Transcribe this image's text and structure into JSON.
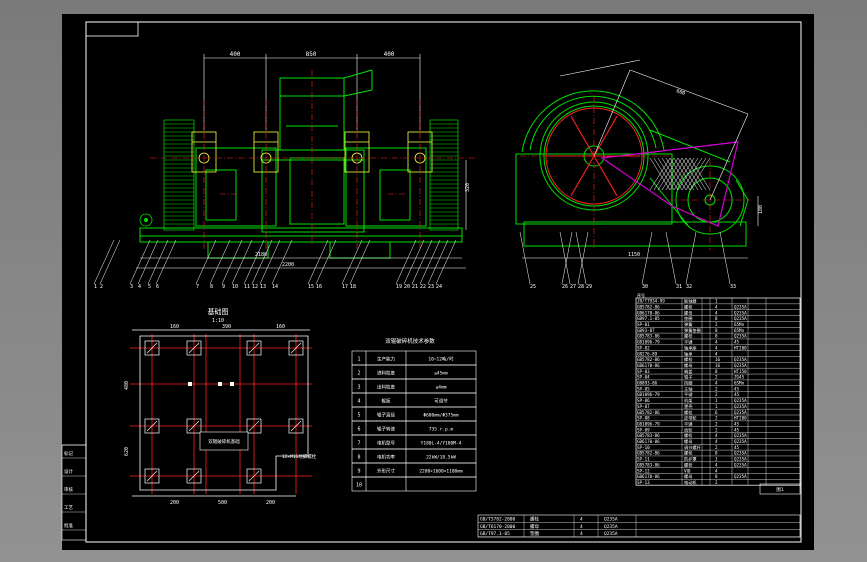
{
  "dims": {
    "top_left": "400",
    "top_mid": "850",
    "top_right": "400",
    "bottom_a": "2180",
    "bottom_b": "2200",
    "right_height": "320",
    "right_small": "180",
    "right_width": "1150",
    "belt": "600"
  },
  "callouts_front": [
    "1",
    "2",
    "3",
    "4",
    "5",
    "6",
    "7",
    "8",
    "9",
    "10",
    "11",
    "12",
    "13",
    "14",
    "15",
    "16",
    "17",
    "18",
    "19",
    "20",
    "21",
    "22",
    "23",
    "24"
  ],
  "callouts_side": [
    "25",
    "26",
    "27",
    "28",
    "29",
    "30",
    "31",
    "32",
    "33"
  ],
  "foundation": {
    "title": "基础图",
    "scale": "1:10",
    "dims_top": [
      "160",
      "390",
      "160"
    ],
    "dims_bottom": [
      "200",
      "500",
      "200"
    ],
    "dim_left_a": "480",
    "dim_left_b": "620",
    "note": "12×M16地脚螺栓",
    "center_label": "双辊破碎机基础"
  },
  "spec_table": {
    "title": "双辊破碎机技术参数",
    "rows": [
      {
        "no": "1",
        "name": "生产能力",
        "value": "10~12吨/时"
      },
      {
        "no": "2",
        "name": "进料粒度",
        "value": "≤45mm"
      },
      {
        "no": "3",
        "name": "出料粒度",
        "value": "≤4mm"
      },
      {
        "no": "4",
        "name": "辊距",
        "value": "可调节"
      },
      {
        "no": "5",
        "name": "辊子直径",
        "value": "Φ600mm/Φ375mm"
      },
      {
        "no": "6",
        "name": "辊子转速",
        "value": "735 r.p.m"
      },
      {
        "no": "7",
        "name": "电机型号",
        "value": "Y180L-4/Y180M-4"
      },
      {
        "no": "8",
        "name": "电机功率",
        "value": "22kW/18.5kW"
      },
      {
        "no": "9",
        "name": "外形尺寸",
        "value": "2200×1600×1180mm"
      },
      {
        "no": "10",
        "name": "",
        "value": ""
      }
    ]
  },
  "parts_list": [
    {
      "code": "JB/T7934-99",
      "name": "联轴器",
      "qty": "1",
      "mat": ""
    },
    {
      "code": "GB5782-86",
      "name": "螺栓",
      "qty": "4",
      "mat": "Q235A"
    },
    {
      "code": "GB6170-86",
      "name": "螺母",
      "qty": "4",
      "mat": "Q235A"
    },
    {
      "code": "GB97.1-85",
      "name": "垫圈",
      "qty": "8",
      "mat": "Q235A"
    },
    {
      "code": "SP-01",
      "name": "弹簧",
      "qty": "2",
      "mat": "65Mn"
    },
    {
      "code": "GB93-87",
      "name": "弹簧垫圈",
      "qty": "8",
      "mat": "65Mn"
    },
    {
      "code": "GB5783-86",
      "name": "螺栓",
      "qty": "8",
      "mat": "Q235A"
    },
    {
      "code": "GB1096-79",
      "name": "平键",
      "qty": "4",
      "mat": "45"
    },
    {
      "code": "SP-02",
      "name": "轴承座",
      "qty": "4",
      "mat": "HT200"
    },
    {
      "code": "GB276-89",
      "name": "轴承",
      "qty": "4",
      "mat": ""
    },
    {
      "code": "GB5782-86",
      "name": "螺栓",
      "qty": "16",
      "mat": "Q235A"
    },
    {
      "code": "GB6170-86",
      "name": "螺母",
      "qty": "16",
      "mat": "Q235A"
    },
    {
      "code": "SP-03",
      "name": "端盖",
      "qty": "8",
      "mat": "HT150"
    },
    {
      "code": "SP-04",
      "name": "辊子",
      "qty": "2",
      "mat": "ZG45"
    },
    {
      "code": "GB893-86",
      "name": "挡圈",
      "qty": "4",
      "mat": "65Mn"
    },
    {
      "code": "SP-05",
      "name": "主轴",
      "qty": "2",
      "mat": "45"
    },
    {
      "code": "GB1096-79",
      "name": "平键",
      "qty": "2",
      "mat": "45"
    },
    {
      "code": "SP-06",
      "name": "机架",
      "qty": "1",
      "mat": "Q235A"
    },
    {
      "code": "SP-07",
      "name": "罩壳",
      "qty": "1",
      "mat": "Q235A"
    },
    {
      "code": "GB5782-86",
      "name": "螺栓",
      "qty": "6",
      "mat": "Q235A"
    },
    {
      "code": "SP-08",
      "name": "皮带轮",
      "qty": "2",
      "mat": "HT200"
    },
    {
      "code": "GB1096-79",
      "name": "平键",
      "qty": "2",
      "mat": "45"
    },
    {
      "code": "SP-09",
      "name": "齿轮",
      "qty": "2",
      "mat": "45"
    },
    {
      "code": "GB5783-86",
      "name": "螺栓",
      "qty": "4",
      "mat": "Q235A"
    },
    {
      "code": "GB6170-86",
      "name": "螺母",
      "qty": "4",
      "mat": "Q235A"
    },
    {
      "code": "SP-10",
      "name": "调节螺杆",
      "qty": "2",
      "mat": "45"
    },
    {
      "code": "GB5782-86",
      "name": "螺栓",
      "qty": "8",
      "mat": "Q235A"
    },
    {
      "code": "SP-11",
      "name": "防护罩",
      "qty": "1",
      "mat": "Q235A"
    },
    {
      "code": "GB5783-86",
      "name": "螺栓",
      "qty": "4",
      "mat": "Q235A"
    },
    {
      "code": "SP-12",
      "name": "V带",
      "qty": "4",
      "mat": ""
    },
    {
      "code": "GB6170-86",
      "name": "螺母",
      "qty": "8",
      "mat": "Q235A"
    },
    {
      "code": "SP-13",
      "name": "电动机",
      "qty": "2",
      "mat": ""
    }
  ],
  "parts_header": "序号",
  "bottom_rows": [
    {
      "code": "GB/T5782-2000",
      "name": "螺栓",
      "qty": "4",
      "mat": "Q235A"
    },
    {
      "code": "GB/T6170-2000",
      "name": "螺母",
      "qty": "4",
      "mat": "Q235A"
    },
    {
      "code": "GB/T97.1-85",
      "name": "垫圈",
      "qty": "4",
      "mat": "Q235A"
    }
  ],
  "left_strip": [
    "标记",
    "设计",
    "审核",
    "工艺",
    "批准"
  ],
  "title_block_mark": "图1",
  "colors": {
    "line": "#ffffff",
    "part": "#00e000",
    "center": "#ff2020",
    "hidden": "#c060ff",
    "accent": "#ffff40",
    "outline": "#d000d0"
  }
}
